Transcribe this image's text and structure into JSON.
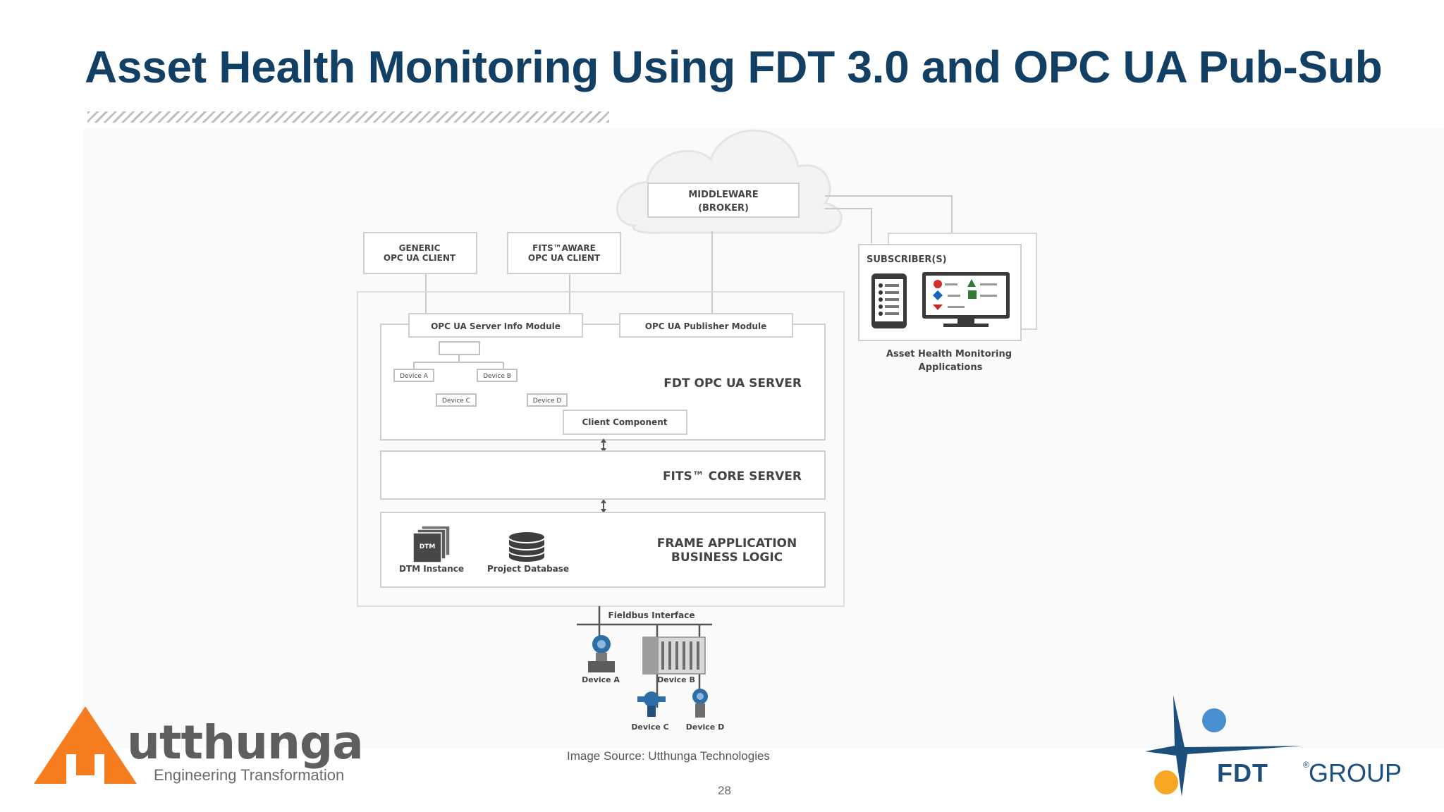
{
  "slide": {
    "title": "Asset Health Monitoring Using FDT 3.0 and OPC UA Pub-Sub",
    "source": "Image Source: Utthunga Technologies",
    "page_number": "28"
  },
  "diagram": {
    "middleware": [
      "MIDDLEWARE",
      "(BROKER)"
    ],
    "generic_client": [
      "GENERIC",
      "OPC UA CLIENT"
    ],
    "fits_client": [
      "FITS™AWARE",
      "OPC UA CLIENT"
    ],
    "subscribers_label": "SUBSCRIBER(S)",
    "asset_apps": [
      "Asset Health Monitoring",
      "Applications"
    ],
    "server_info_module": "OPC UA Server Info Module",
    "publisher_module": "OPC UA Publisher Module",
    "tree_devices": [
      "Device A",
      "Device B",
      "Device C",
      "Device D"
    ],
    "fdt_server": "FDT OPC UA SERVER",
    "client_component": "Client Component",
    "fits_core_server": "FITS™ CORE SERVER",
    "frame_app": [
      "FRAME APPLICATION",
      "BUSINESS LOGIC"
    ],
    "dtm_instance": "DTM Instance",
    "dtm_badge": "DTM",
    "project_database": "Project Database",
    "fieldbus_interface": "Fieldbus Interface",
    "field_devices": [
      "Device A",
      "Device B",
      "Device C",
      "Device D"
    ]
  },
  "logos": {
    "utthunga_name": "utthunga",
    "utthunga_tagline": "Engineering Transformation",
    "fdt_name": "FDT",
    "fdt_reg": "®",
    "fdt_group": "GROUP",
    "utthunga_color": "#f57c1f",
    "fdt_color": "#1d4f7c"
  }
}
